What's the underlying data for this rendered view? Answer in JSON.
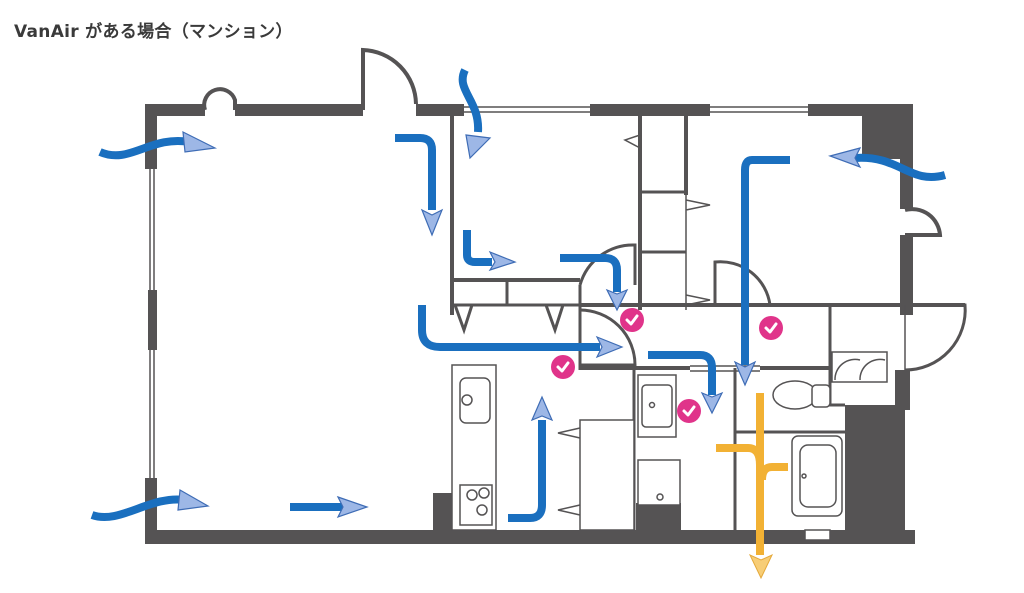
{
  "title": "VanAir がある場合（マンション）",
  "diagram": {
    "type": "floor-plan-airflow",
    "building": "マンション",
    "legend_colors": {
      "wall": "#555354",
      "supply_air_flow": "#1a6fbf",
      "exhaust_air_flow": "#f2b134",
      "checkpoint": "#e0348a"
    },
    "airflow_arrows": [
      {
        "id": "inlet-west-top",
        "kind": "supply",
        "direction": "east"
      },
      {
        "id": "inlet-west-bottom",
        "kind": "supply",
        "direction": "east"
      },
      {
        "id": "living-flow-east",
        "kind": "supply",
        "direction": "east"
      },
      {
        "id": "living-down",
        "kind": "supply",
        "direction": "south"
      },
      {
        "id": "inlet-north-room",
        "kind": "supply",
        "direction": "south"
      },
      {
        "id": "north-room-flow",
        "kind": "supply",
        "direction": "east"
      },
      {
        "id": "door-flow-down",
        "kind": "supply",
        "direction": "south"
      },
      {
        "id": "corridor-flow",
        "kind": "supply",
        "direction": "east"
      },
      {
        "id": "kitchen-flow-up",
        "kind": "supply",
        "direction": "north"
      },
      {
        "id": "washroom-flow",
        "kind": "supply",
        "direction": "south"
      },
      {
        "id": "east-room-down",
        "kind": "supply",
        "direction": "south"
      },
      {
        "id": "inlet-east",
        "kind": "supply",
        "direction": "west"
      },
      {
        "id": "exhaust-bath",
        "kind": "exhaust",
        "direction": "south"
      }
    ],
    "checkpoints": 4
  }
}
